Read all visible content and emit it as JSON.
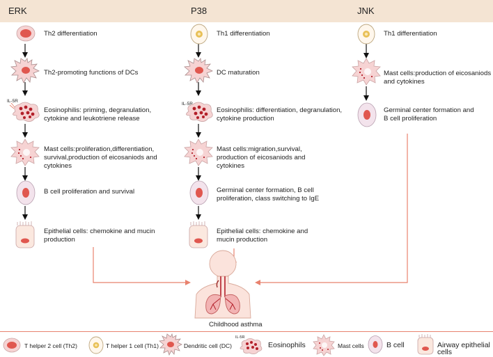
{
  "columns": [
    {
      "title": "ERK",
      "steps": [
        {
          "icon": "th2-cell-icon",
          "text": "Th2 differentiation"
        },
        {
          "icon": "dendritic-cell-icon",
          "text": "Th2-promoting functions of DCs"
        },
        {
          "icon": "eosinophil-icon",
          "icon_label": "IL-5R",
          "text": "Eosinophilis: priming, degranulation,\ncytokine and leukotriene release"
        },
        {
          "icon": "mast-cell-icon",
          "text": "Mast cells:proliferation,differentiation,\nsurvival,production of eicosaniods and\ncytokines"
        },
        {
          "icon": "b-cell-icon",
          "text": "B cell proliferation and survival"
        },
        {
          "icon": "epithelial-cell-icon",
          "text": "Epithelial cells: chemokine and mucin\nproduction"
        }
      ]
    },
    {
      "title": "P38",
      "steps": [
        {
          "icon": "th1-cell-icon",
          "text": "Th1 differentiation"
        },
        {
          "icon": "dendritic-cell-icon",
          "text": "DC maturation"
        },
        {
          "icon": "eosinophil-icon",
          "icon_label": "IL-5R",
          "text": "Eosinophilis: differentiation, degranulation,\ncytokine production"
        },
        {
          "icon": "mast-cell-icon",
          "text": "Mast cells:migration,survival,\nproduction of eicosaniods and\ncytokines"
        },
        {
          "icon": "b-cell-icon",
          "text": "Germinal center formation, B cell\nproliferation, class switching to IgE"
        },
        {
          "icon": "epithelial-cell-icon",
          "text": "Epithelial cells: chemokine and\nmucin production"
        }
      ]
    },
    {
      "title": "JNK",
      "steps": [
        {
          "icon": "th1-cell-icon",
          "text": "Th1 differentiation"
        },
        {
          "icon": "mast-cell-icon",
          "text": "Mast cells:production of eicosaniods\nand cytokines"
        },
        {
          "icon": "b-cell-icon",
          "text": "Germinal center formation and\nB cell proliferation"
        }
      ]
    }
  ],
  "outcome": {
    "icon": "human-lungs-icon",
    "label": "Childhood asthma"
  },
  "legend": [
    {
      "icon": "th2-cell-icon",
      "label": "T helper 2  cell (Th2)"
    },
    {
      "icon": "th1-cell-icon",
      "label": "T helper 1  cell (Th1)"
    },
    {
      "icon": "dendritic-cell-icon",
      "label": "Dendritic cell (DC)"
    },
    {
      "icon": "eosinophil-icon",
      "icon_label": "IL-5R",
      "label": "Eosinophils"
    },
    {
      "icon": "mast-cell-icon",
      "label": "Mast cells"
    },
    {
      "icon": "b-cell-icon",
      "label": "B cell"
    },
    {
      "icon": "epithelial-cell-icon",
      "label": "Airway epithelial cells"
    }
  ],
  "colors": {
    "header_band": "#f4e4d3",
    "accent_arrow": "#e8826e",
    "cell_fill": "#f6d3d3",
    "nucleus": "#e0574f",
    "granule": "#b3202a",
    "th1_center": "#e8c056"
  }
}
